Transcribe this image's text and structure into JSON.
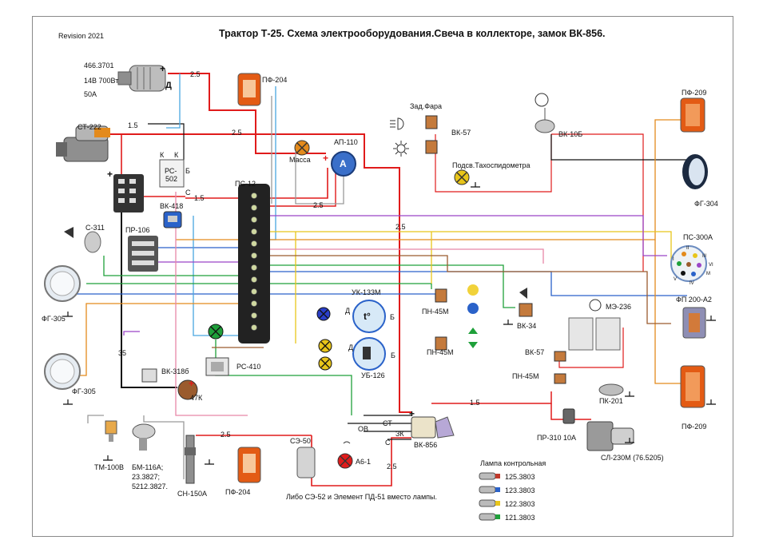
{
  "header": {
    "revision": "Revision 2021",
    "title": "Трактор Т-25. Схема электрооборудования.Свеча в коллекторе, замок ВК-856."
  },
  "colors": {
    "red": "#e01b1b",
    "black": "#111111",
    "blue": "#2a62c9",
    "lightblue": "#49a6e0",
    "green": "#1fa03a",
    "orange": "#e38a1c",
    "yellow": "#e8c51a",
    "purple": "#9b45c7",
    "brown": "#9a5b2e",
    "gray": "#9a9a9a",
    "pink": "#e887a8"
  },
  "labels": {
    "generator_model": "466.3701",
    "generator_spec": "14В 700Вт",
    "generator_current": "50А",
    "generator_d": "Д",
    "starter": "СТ-222",
    "rs502": "РС-",
    "rs502_b": "502",
    "rs502_k1": "К",
    "rs502_k2": "К",
    "rs502_b_term": "Б",
    "rs502_s": "С",
    "vk418": "ВК-418",
    "pr106": "ПР-106",
    "s311": "С-311",
    "fg305_top": "ФГ-305",
    "fg305_bottom": "ФГ-305",
    "pf204_top": "ПФ-204",
    "pf204_bottom": "ПФ-204",
    "massa": "Масса",
    "ap110": "АП-110",
    "ammeter": "А",
    "ps12": "ПС-12",
    "zad_fara": "Зад.Фара",
    "vk57_top": "ВК-57",
    "podsv": "Подсв.Тахоспидометра",
    "vk10b": "ВК-10Б",
    "pf209_top": "ПФ-209",
    "fg304": "ФГ-304",
    "ps300a": "ПС-300А",
    "fp200": "ФП 200-А2",
    "pf209_bottom": "ПФ-209",
    "uk133m": "УК-133М",
    "temp_t": "t°",
    "d1": "Д",
    "b1": "Б",
    "d2": "Д",
    "b2": "Б",
    "ub126": "УБ-126",
    "pn45m_1": "ПН-45М",
    "pn45m_2": "ПН-45М",
    "vk34": "ВК-34",
    "me236": "МЭ-236",
    "vk57_mid": "ВК-57",
    "pn45m_3": "ПН-45М",
    "pk201": "ПК-201",
    "pr310": "ПР-310 10А",
    "sl230m": "СЛ-230М (76.5205)",
    "rs410": "РС-410",
    "vk318b": "ВК-318б",
    "k47": "47К",
    "tm100v": "ТМ-100В",
    "bm116a_1": "БМ-116А;",
    "bm116a_2": "23.3827;",
    "bm116a_3": "5212.3827.",
    "sn150a": "СН-150А",
    "se50": "СЭ-50",
    "ab1": "А6-1",
    "vk856": "ВК-856",
    "note_se52": "Либо СЭ-52 и Элемент ПД-51 вместо лампы.",
    "wire_35": "35",
    "wire_2_5_a": "2.5",
    "wire_1_5_a": "1.5",
    "wire_2_5_b": "2.5",
    "wire_1_5_b": "1.5",
    "wire_2_5_c": "2.5",
    "wire_2_5_d": "2.5",
    "wire_1_5_c": "1.5",
    "wire_2_5_e": "2.5",
    "wire_2_5_f": "2.5",
    "st": "СТ",
    "ov": "ОВ",
    "zk": "ЗК",
    "c_term": "С",
    "plus_gen": "+",
    "plus_batt": "+",
    "plus_ap": "+",
    "plus_vk": "+",
    "plus_k47": "+",
    "ps300_ii": "II",
    "ps300_i": "I",
    "ps300_iii": "III",
    "ps300_vi": "VI",
    "ps300_v": "V",
    "ps300_m": "M",
    "ps300_iv": "IV"
  },
  "lamp_legend": {
    "title": "Лампа контрольная",
    "items": [
      "125.3803",
      "123.3803",
      "122.3803",
      "121.3803"
    ],
    "colors": [
      "#c0392b",
      "#2a62c9",
      "#e8c51a",
      "#1fa03a"
    ]
  }
}
